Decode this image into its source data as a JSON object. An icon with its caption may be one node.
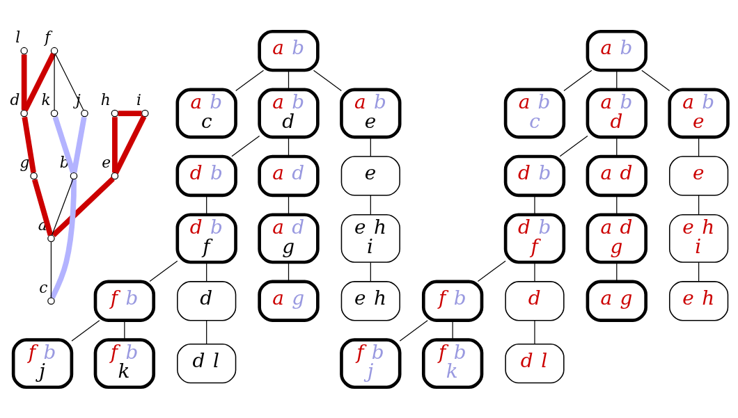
{
  "diagram": {
    "nodes": [
      {
        "text": [],
        "shape": "circle",
        "beside": [
          "f"
        ]
      },
      {
        "text": [],
        "shape": "circle",
        "beside": [
          "h"
        ]
      },
      {
        "text": [],
        "shape": "circle",
        "beside": [
          "i"
        ]
      },
      {
        "text": [],
        "shape": "circle",
        "beside": [
          "l"
        ]
      },
      {
        "text": [],
        "shape": "circle",
        "beside": [
          "d"
        ]
      },
      {
        "text": [],
        "shape": "circle",
        "beside": [
          "k"
        ]
      },
      {
        "text": [],
        "shape": "circle",
        "beside": [
          "e"
        ]
      },
      {
        "text": [],
        "shape": "circle",
        "beside": [
          "b"
        ]
      },
      {
        "text": [],
        "shape": "circle",
        "beside": [
          "j"
        ]
      },
      {
        "text": [],
        "shape": "circle",
        "beside": [
          "g"
        ]
      },
      {
        "text": [],
        "shape": "circle",
        "beside": [
          "c"
        ]
      },
      {
        "text": [],
        "shape": "circle",
        "beside": [
          "a"
        ]
      },
      {
        "text": [
          "a b"
        ]
      },
      {
        "text": [
          "a b",
          "c"
        ]
      },
      {
        "text": [
          "a b",
          "d"
        ]
      },
      {
        "text": [
          "a b",
          "e"
        ]
      },
      {
        "text": [
          "d b"
        ]
      },
      {
        "text": [
          "a d"
        ]
      },
      {
        "text": [
          "d b",
          "f"
        ]
      },
      {
        "text": [
          "f b"
        ]
      },
      {
        "text": [
          "d"
        ]
      },
      {
        "text": [
          "f b",
          "j"
        ]
      },
      {
        "text": [
          "f b",
          "k"
        ]
      },
      {
        "text": [
          "d l"
        ]
      },
      {
        "text": [
          "a d",
          "g"
        ]
      },
      {
        "text": [
          "a g"
        ]
      },
      {
        "text": [
          "e"
        ]
      },
      {
        "text": [
          "e h",
          "i"
        ]
      },
      {
        "text": [
          "e h"
        ]
      },
      {
        "text": [
          "a b"
        ]
      },
      {
        "text": [
          "a b",
          "c"
        ]
      },
      {
        "text": [
          "a b",
          "d"
        ]
      },
      {
        "text": [
          "a b",
          "e"
        ]
      },
      {
        "text": [
          "d b"
        ]
      },
      {
        "text": [
          "a d"
        ]
      },
      {
        "text": [
          "d b",
          "f"
        ]
      },
      {
        "text": [
          "f b"
        ]
      },
      {
        "text": [
          "d"
        ]
      },
      {
        "text": [
          "f b",
          "j"
        ]
      },
      {
        "text": [
          "f b",
          "k"
        ]
      },
      {
        "text": [
          "d l"
        ]
      },
      {
        "text": [
          "a d",
          "g"
        ]
      },
      {
        "text": [
          "a g"
        ]
      },
      {
        "text": [
          "e"
        ]
      },
      {
        "text": [
          "e h",
          "i"
        ]
      },
      {
        "text": [
          "e h"
        ]
      }
    ],
    "edges": [
      {
        "from": 1,
        "to": 2,
        "arrow": "none",
        "style": "thick",
        "color": "#cc0000"
      },
      {
        "from": 1,
        "to": 6,
        "arrow": "none",
        "style": "thick",
        "color": "#cc0000"
      },
      {
        "from": 2,
        "to": 6,
        "arrow": "none",
        "style": "thick",
        "color": "#cc0000"
      },
      {
        "from": 6,
        "to": 11,
        "arrow": "none",
        "style": "thick",
        "color": "#cc0000"
      },
      {
        "from": 3,
        "to": 4,
        "arrow": "none",
        "style": "thick",
        "color": "#cc0000"
      },
      {
        "from": 0,
        "to": 4,
        "arrow": "none",
        "style": "thick",
        "color": "#cc0000"
      },
      {
        "from": 4,
        "to": 9,
        "arrow": "none",
        "style": "thick",
        "color": "#cc0000"
      },
      {
        "from": 9,
        "to": 11,
        "arrow": "none",
        "style": "thick",
        "color": "#cc0000"
      },
      {
        "from": 0,
        "to": 5,
        "arrow": "none"
      },
      {
        "from": 0,
        "to": 8,
        "arrow": "none"
      },
      {
        "from": 11,
        "to": 7,
        "arrow": "none"
      },
      {
        "from": 11,
        "to": 10,
        "arrow": "none"
      },
      {
        "from": 5,
        "to": 7,
        "arrow": "none",
        "style": "thick",
        "color": "#b3b3ff"
      },
      {
        "from": 8,
        "to": 7,
        "arrow": "none",
        "style": "thick",
        "color": "#b3b3ff"
      },
      {
        "from": 10,
        "to": 7,
        "arrow": "none",
        "style": "thick",
        "color": "#b3b3ff"
      },
      {
        "from": 12,
        "to": 13,
        "arrow": "none"
      },
      {
        "from": 12,
        "to": 14,
        "arrow": "none"
      },
      {
        "from": 12,
        "to": 15,
        "arrow": "none"
      },
      {
        "from": 14,
        "to": 16,
        "arrow": "none"
      },
      {
        "from": 14,
        "to": 17,
        "arrow": "none"
      },
      {
        "from": 16,
        "to": 18,
        "arrow": "none"
      },
      {
        "from": 18,
        "to": 19,
        "arrow": "none"
      },
      {
        "from": 18,
        "to": 20,
        "arrow": "none"
      },
      {
        "from": 19,
        "to": 21,
        "arrow": "none"
      },
      {
        "from": 19,
        "to": 22,
        "arrow": "none"
      },
      {
        "from": 20,
        "to": 23,
        "arrow": "none"
      },
      {
        "from": 17,
        "to": 24,
        "arrow": "none"
      },
      {
        "from": 24,
        "to": 25,
        "arrow": "none"
      },
      {
        "from": 15,
        "to": 26,
        "arrow": "none"
      },
      {
        "from": 26,
        "to": 27,
        "arrow": "none"
      },
      {
        "from": 27,
        "to": 28,
        "arrow": "none"
      },
      {
        "from": 29,
        "to": 30,
        "arrow": "none"
      },
      {
        "from": 29,
        "to": 31,
        "arrow": "none"
      },
      {
        "from": 29,
        "to": 32,
        "arrow": "none"
      },
      {
        "from": 31,
        "to": 33,
        "arrow": "none"
      },
      {
        "from": 31,
        "to": 34,
        "arrow": "none"
      },
      {
        "from": 33,
        "to": 35,
        "arrow": "none"
      },
      {
        "from": 35,
        "to": 36,
        "arrow": "none"
      },
      {
        "from": 35,
        "to": 37,
        "arrow": "none"
      },
      {
        "from": 36,
        "to": 38,
        "arrow": "none"
      },
      {
        "from": 36,
        "to": 39,
        "arrow": "none"
      },
      {
        "from": 37,
        "to": 40,
        "arrow": "none"
      },
      {
        "from": 34,
        "to": 41,
        "arrow": "none"
      },
      {
        "from": 41,
        "to": 42,
        "arrow": "none"
      },
      {
        "from": 32,
        "to": 43,
        "arrow": "none"
      },
      {
        "from": 43,
        "to": 44,
        "arrow": "none"
      },
      {
        "from": 44,
        "to": 45,
        "arrow": "none"
      }
    ]
  }
}
